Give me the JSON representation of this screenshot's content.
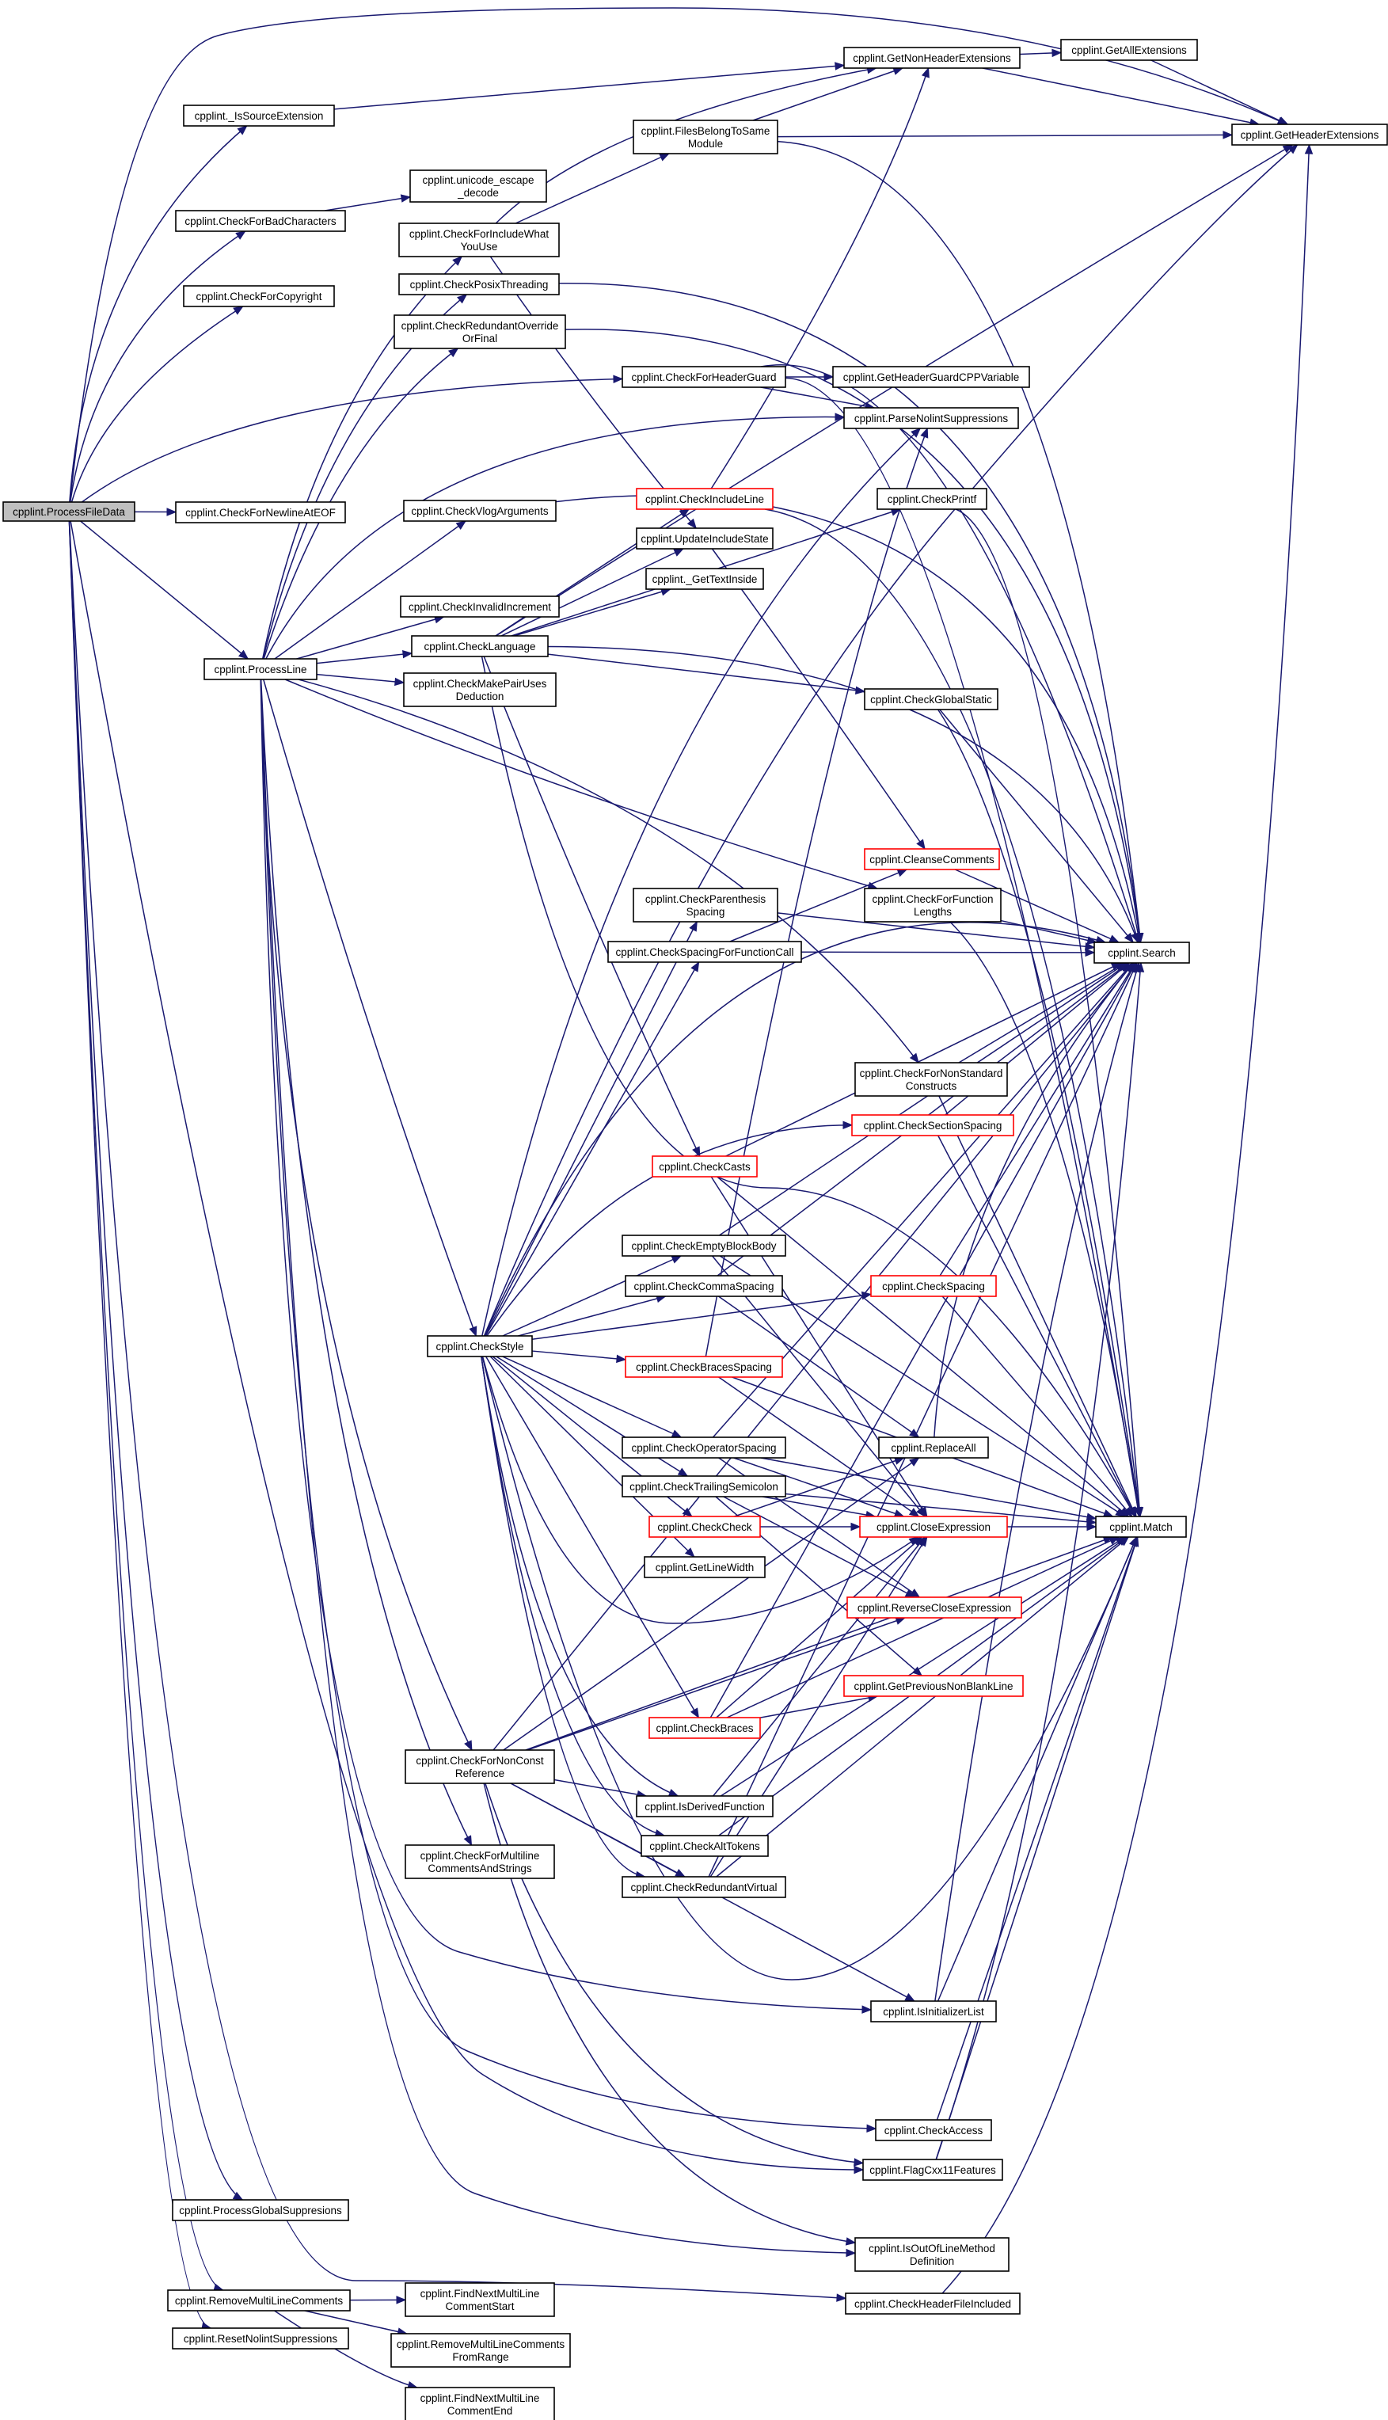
{
  "nodes": [
    {
      "id": "ProcessFileData",
      "lines": [
        "cpplint.ProcessFileData"
      ],
      "root": true
    },
    {
      "id": "IsSourceExtension",
      "lines": [
        "cpplint._IsSourceExtension"
      ]
    },
    {
      "id": "CheckForBadCharacters",
      "lines": [
        "cpplint.CheckForBadCharacters"
      ]
    },
    {
      "id": "CheckForCopyright",
      "lines": [
        "cpplint.CheckForCopyright"
      ]
    },
    {
      "id": "CheckForNewlineAtEOF",
      "lines": [
        "cpplint.CheckForNewlineAtEOF"
      ]
    },
    {
      "id": "ProcessLine",
      "lines": [
        "cpplint.ProcessLine"
      ]
    },
    {
      "id": "ProcessGlobalSuppresions",
      "lines": [
        "cpplint.ProcessGlobalSuppresions"
      ]
    },
    {
      "id": "RemoveMultiLineComments",
      "lines": [
        "cpplint.RemoveMultiLineComments"
      ]
    },
    {
      "id": "ResetNolintSuppressions",
      "lines": [
        "cpplint.ResetNolintSuppressions"
      ]
    },
    {
      "id": "UnicodeEscapeDecode",
      "lines": [
        "cpplint.unicode_escape",
        "_decode"
      ]
    },
    {
      "id": "CheckForIncludeWhatYouUse",
      "lines": [
        "cpplint.CheckForIncludeWhat",
        "YouUse"
      ]
    },
    {
      "id": "CheckPosixThreading",
      "lines": [
        "cpplint.CheckPosixThreading"
      ]
    },
    {
      "id": "CheckRedundantOverrideOrFinal",
      "lines": [
        "cpplint.CheckRedundantOverride",
        "OrFinal"
      ]
    },
    {
      "id": "CheckVlogArguments",
      "lines": [
        "cpplint.CheckVlogArguments"
      ]
    },
    {
      "id": "CheckInvalidIncrement",
      "lines": [
        "cpplint.CheckInvalidIncrement"
      ]
    },
    {
      "id": "CheckLanguage",
      "lines": [
        "cpplint.CheckLanguage"
      ]
    },
    {
      "id": "CheckMakePairUsesDeduction",
      "lines": [
        "cpplint.CheckMakePairUses",
        "Deduction"
      ]
    },
    {
      "id": "CheckStyle",
      "lines": [
        "cpplint.CheckStyle"
      ]
    },
    {
      "id": "CheckForNonConstReference",
      "lines": [
        "cpplint.CheckForNonConst",
        "Reference"
      ]
    },
    {
      "id": "CheckForMultilineCommentsAndStrings",
      "lines": [
        "cpplint.CheckForMultiline",
        "CommentsAndStrings"
      ]
    },
    {
      "id": "FindNextMultiLineCommentStart",
      "lines": [
        "cpplint.FindNextMultiLine",
        "CommentStart"
      ]
    },
    {
      "id": "RemoveMultiLineCommentsFromRange",
      "lines": [
        "cpplint.RemoveMultiLineComments",
        "FromRange"
      ]
    },
    {
      "id": "FindNextMultiLineCommentEnd",
      "lines": [
        "cpplint.FindNextMultiLine",
        "CommentEnd"
      ]
    },
    {
      "id": "FilesBelongToSameModule",
      "lines": [
        "cpplint.FilesBelongToSame",
        "Module"
      ]
    },
    {
      "id": "CheckForHeaderGuard",
      "lines": [
        "cpplint.CheckForHeaderGuard"
      ]
    },
    {
      "id": "CheckIncludeLine",
      "lines": [
        "cpplint.CheckIncludeLine"
      ],
      "red": true
    },
    {
      "id": "UpdateIncludeState",
      "lines": [
        "cpplint.UpdateIncludeState"
      ]
    },
    {
      "id": "GetTextInside",
      "lines": [
        "cpplint._GetTextInside"
      ]
    },
    {
      "id": "CheckParenthesisSpacing",
      "lines": [
        "cpplint.CheckParenthesis",
        "Spacing"
      ]
    },
    {
      "id": "CheckSpacingForFunctionCall",
      "lines": [
        "cpplint.CheckSpacingForFunctionCall"
      ]
    },
    {
      "id": "CheckCasts",
      "lines": [
        "cpplint.CheckCasts"
      ],
      "red": true
    },
    {
      "id": "CheckEmptyBlockBody",
      "lines": [
        "cpplint.CheckEmptyBlockBody"
      ]
    },
    {
      "id": "CheckCommaSpacing",
      "lines": [
        "cpplint.CheckCommaSpacing"
      ]
    },
    {
      "id": "CheckBracesSpacing",
      "lines": [
        "cpplint.CheckBracesSpacing"
      ],
      "red": true
    },
    {
      "id": "CheckOperatorSpacing",
      "lines": [
        "cpplint.CheckOperatorSpacing"
      ]
    },
    {
      "id": "CheckTrailingSemicolon",
      "lines": [
        "cpplint.CheckTrailingSemicolon"
      ]
    },
    {
      "id": "CheckCheck",
      "lines": [
        "cpplint.CheckCheck"
      ],
      "red": true
    },
    {
      "id": "GetLineWidth",
      "lines": [
        "cpplint.GetLineWidth"
      ]
    },
    {
      "id": "CheckBraces",
      "lines": [
        "cpplint.CheckBraces"
      ],
      "red": true
    },
    {
      "id": "IsDerivedFunction",
      "lines": [
        "cpplint.IsDerivedFunction"
      ]
    },
    {
      "id": "CheckAltTokens",
      "lines": [
        "cpplint.CheckAltTokens"
      ]
    },
    {
      "id": "CheckRedundantVirtual",
      "lines": [
        "cpplint.CheckRedundantVirtual"
      ]
    },
    {
      "id": "GetNonHeaderExtensions",
      "lines": [
        "cpplint.GetNonHeaderExtensions"
      ]
    },
    {
      "id": "GetAllExtensions",
      "lines": [
        "cpplint.GetAllExtensions"
      ]
    },
    {
      "id": "GetHeaderExtensions",
      "lines": [
        "cpplint.GetHeaderExtensions"
      ]
    },
    {
      "id": "GetHeaderGuardCPPVariable",
      "lines": [
        "cpplint.GetHeaderGuardCPPVariable"
      ]
    },
    {
      "id": "ParseNolintSuppressions",
      "lines": [
        "cpplint.ParseNolintSuppressions"
      ]
    },
    {
      "id": "CheckPrintf",
      "lines": [
        "cpplint.CheckPrintf"
      ]
    },
    {
      "id": "CheckGlobalStatic",
      "lines": [
        "cpplint.CheckGlobalStatic"
      ]
    },
    {
      "id": "CleanseComments",
      "lines": [
        "cpplint.CleanseComments"
      ],
      "red": true
    },
    {
      "id": "CheckForFunctionLengths",
      "lines": [
        "cpplint.CheckForFunction",
        "Lengths"
      ]
    },
    {
      "id": "CheckForNonStandardConstructs",
      "lines": [
        "cpplint.CheckForNonStandard",
        "Constructs"
      ]
    },
    {
      "id": "CheckSectionSpacing",
      "lines": [
        "cpplint.CheckSectionSpacing"
      ],
      "red": true
    },
    {
      "id": "CheckSpacing",
      "lines": [
        "cpplint.CheckSpacing"
      ],
      "red": true
    },
    {
      "id": "ReplaceAll",
      "lines": [
        "cpplint.ReplaceAll"
      ]
    },
    {
      "id": "CloseExpression",
      "lines": [
        "cpplint.CloseExpression"
      ],
      "red": true
    },
    {
      "id": "ReverseCloseExpression",
      "lines": [
        "cpplint.ReverseCloseExpression"
      ],
      "red": true
    },
    {
      "id": "GetPreviousNonBlankLine",
      "lines": [
        "cpplint.GetPreviousNonBlankLine"
      ],
      "red": true
    },
    {
      "id": "IsInitializerList",
      "lines": [
        "cpplint.IsInitializerList"
      ]
    },
    {
      "id": "CheckAccess",
      "lines": [
        "cpplint.CheckAccess"
      ]
    },
    {
      "id": "FlagCxx11Features",
      "lines": [
        "cpplint.FlagCxx11Features"
      ]
    },
    {
      "id": "IsOutOfLineMethodDefinition",
      "lines": [
        "cpplint.IsOutOfLineMethod",
        "Definition"
      ]
    },
    {
      "id": "CheckHeaderFileIncluded",
      "lines": [
        "cpplint.CheckHeaderFileIncluded"
      ]
    },
    {
      "id": "Search",
      "lines": [
        "cpplint.Search"
      ]
    },
    {
      "id": "Match",
      "lines": [
        "cpplint.Match"
      ]
    }
  ]
}
